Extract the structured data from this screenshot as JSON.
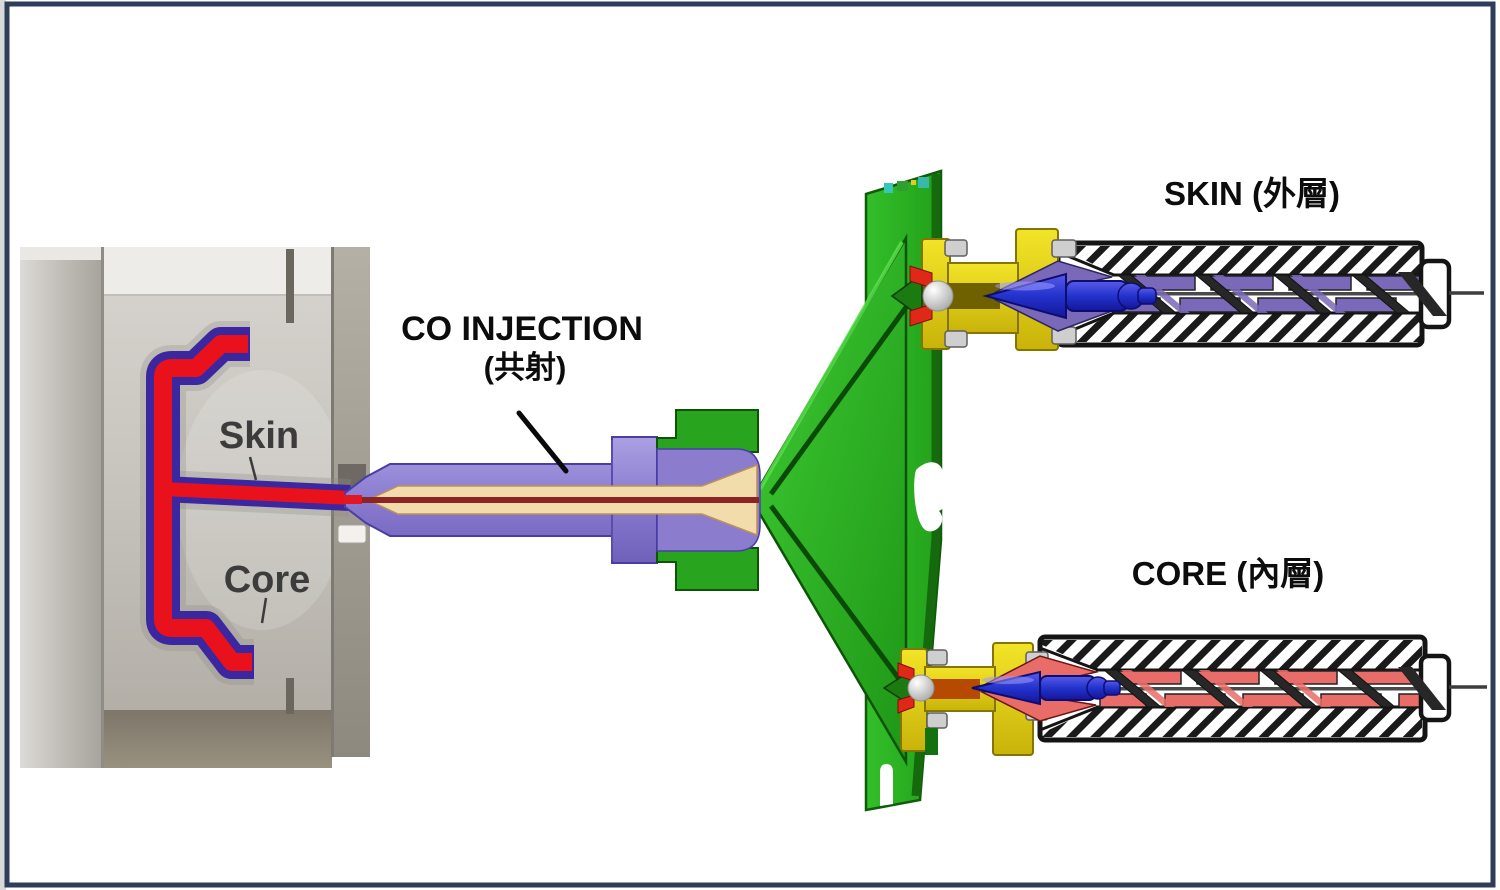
{
  "title": "Co-injection molding process schematic",
  "frame": {
    "border_color": "#2e3d5a",
    "background": "#ffffff"
  },
  "labels": {
    "co_injection_line1": "CO INJECTION",
    "co_injection_line2": "(共射)",
    "skin_extruder": "SKIN (外層)",
    "core_extruder": "CORE (內層)",
    "mold_skin": "Skin",
    "mold_core": "Core"
  },
  "components": {
    "mold": "steel mold with molded part (skin/core cross-section)",
    "nozzle": "co-injection nozzle",
    "manifold": "green distribution manifold",
    "skin_extruder": "upper extruder screw (skin material)",
    "core_extruder": "lower extruder screw (core material)"
  },
  "colors": {
    "skin_material_purple": "#7a68b8",
    "core_material_red": "#e8111c",
    "nozzle_purple": "#8a7bd0",
    "manifold_green": "#2aa622",
    "coupler_yellow": "#e6d41c",
    "torpedo_blue": "#2233cc",
    "melt_channel_cream": "#f3dcab",
    "mold_metal_gray": "#c6c3be",
    "barrel_outline_black": "#141414"
  }
}
